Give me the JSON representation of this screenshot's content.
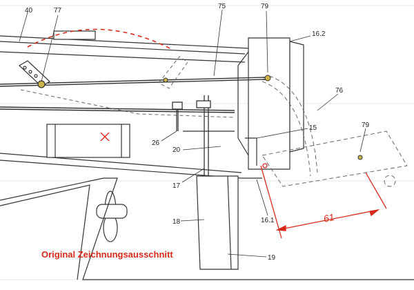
{
  "caption": "Original Zeichnungsausschnitt",
  "dimension_label": "61",
  "part_labels": {
    "p40": "40",
    "p77": "77",
    "p75": "75",
    "p79a": "79",
    "p16_2": "16.2",
    "p76": "76",
    "p15": "15",
    "p79b": "79",
    "p26": "26",
    "p20": "20",
    "p17": "17",
    "p18": "18",
    "p16_1": "16.1",
    "p19": "19"
  },
  "colors": {
    "paper": "#ffffff",
    "line": "#333333",
    "grid": "#c8cfe0",
    "annotation_red": "#d62a1a",
    "brass": "#c9b34a"
  }
}
